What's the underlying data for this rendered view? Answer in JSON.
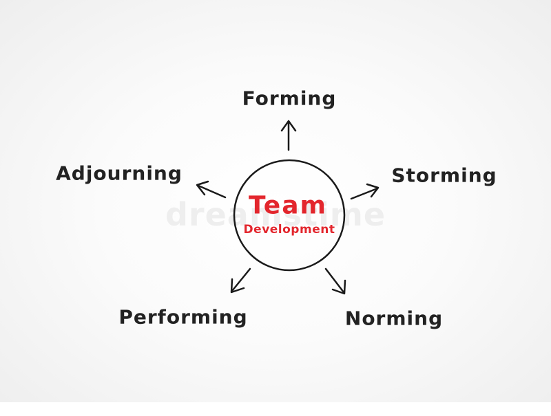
{
  "center": {
    "title": "Team",
    "subtitle": "Development"
  },
  "stages": {
    "forming": "Forming",
    "storming": "Storming",
    "norming": "Norming",
    "performing": "Performing",
    "adjourning": "Adjourning"
  },
  "watermark": "dreamstime",
  "colors": {
    "accent": "#e3262d",
    "ink": "#222222",
    "background": "#f5f5f5"
  }
}
